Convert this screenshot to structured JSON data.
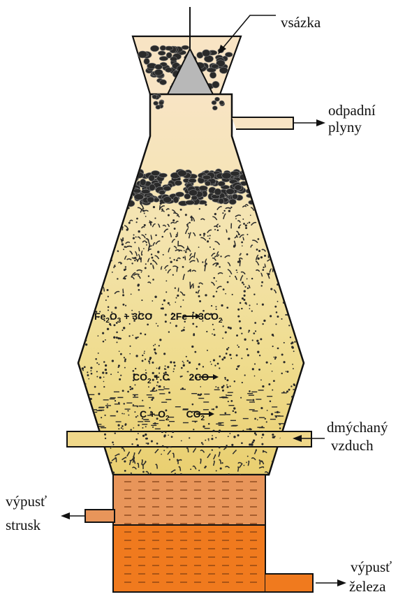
{
  "labels": {
    "charge": "vsázka",
    "waste_gas_1": "odpadní",
    "waste_gas_2": "plyny",
    "air_1": "dmýchaný",
    "air_2": "vzduch",
    "slag_1": "výpusť",
    "slag_2": "strusk",
    "iron_1": "výpusť",
    "iron_2": "železa"
  },
  "equations": {
    "eq1": {
      "a": "Fe",
      "a_sub1": "2",
      "b": "O",
      "b_sub": "3",
      "c": " + 3CO ",
      "d": " 2Fe + 3CO",
      "d_sub": "2"
    },
    "eq2": {
      "a": "CO",
      "a_sub": "2",
      "b": " +  C ",
      "c": "2CO"
    },
    "eq3": {
      "a": "C  +  O",
      "a_sub": "2",
      "c": "CO",
      "c_sub": "2"
    }
  },
  "colors": {
    "top_fill": "#f8e4c4",
    "mid_fill": "#f3e6a8",
    "low_fill": "#ecd678",
    "tuyere": "#f0d88a",
    "slag": "#e8955a",
    "iron": "#f07a1e",
    "coke": "#2a2a2a",
    "cone": "#b8b8b8"
  }
}
